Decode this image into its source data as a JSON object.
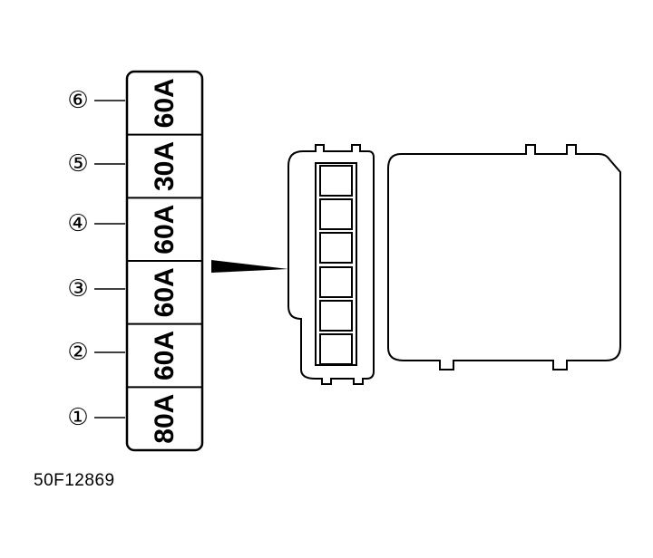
{
  "fuses": [
    {
      "callout": "⑥",
      "rating": "60A"
    },
    {
      "callout": "⑤",
      "rating": "30A"
    },
    {
      "callout": "④",
      "rating": "60A"
    },
    {
      "callout": "③",
      "rating": "60A"
    },
    {
      "callout": "②",
      "rating": "60A"
    },
    {
      "callout": "①",
      "rating": "80A"
    }
  ],
  "figure_code": "50F12869",
  "colors": {
    "ink": "#000000",
    "paper": "#ffffff"
  }
}
